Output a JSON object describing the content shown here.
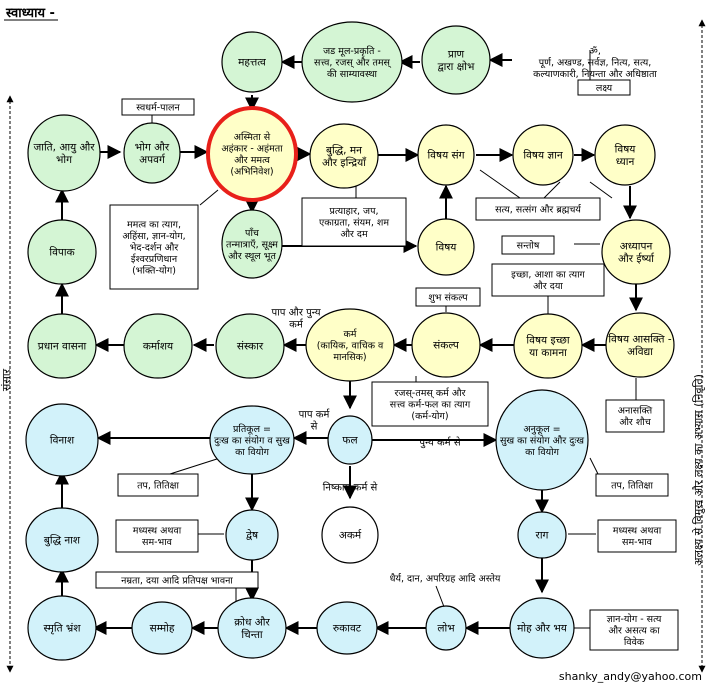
{
  "title": "स्वाध्याय -",
  "footer": "shanky_andy@yahoo.com",
  "side_left": "संसार",
  "side_right": "अलक्ष्य से विमुख और लक्ष्य का अभ्यास (निवृति)",
  "colors": {
    "green": "#d4f5d4",
    "yellow": "#ffffc8",
    "blue": "#d2f2fa",
    "white": "#ffffff",
    "highlight": "#e8201a"
  },
  "nodes": [
    {
      "id": "mahattattva",
      "lines": [
        "महत्तत्व"
      ],
      "color": "green"
    },
    {
      "id": "jad-prakriti",
      "lines": [
        "जड मूल-प्रकृति -",
        "सत्त्व, रजस् और तमस्",
        "की साम्यावस्था"
      ],
      "color": "green"
    },
    {
      "id": "pran",
      "lines": [
        "प्राण",
        "द्वारा क्षोभ"
      ],
      "color": "green"
    },
    {
      "id": "jati-ayu-bhog",
      "lines": [
        "जाति, आयु और",
        "भोग"
      ],
      "color": "green"
    },
    {
      "id": "bhog-apavarg",
      "lines": [
        "भोग और",
        "अपवर्ग"
      ],
      "color": "green"
    },
    {
      "id": "asmita",
      "lines": [
        "अस्मिता से",
        "अहंकार - अहंमता",
        "और ममत्व",
        "(अभिनिवेश)"
      ],
      "color": "yellow"
    },
    {
      "id": "buddhi-man",
      "lines": [
        "बुद्धि, मन",
        "और इन्द्रियाँ"
      ],
      "color": "yellow"
    },
    {
      "id": "vishay-sang",
      "lines": [
        "विषय संग"
      ],
      "color": "yellow"
    },
    {
      "id": "vishay-gyan",
      "lines": [
        "विषय ज्ञान"
      ],
      "color": "yellow"
    },
    {
      "id": "vishay-dhyan",
      "lines": [
        "विषय",
        "ध्यान"
      ],
      "color": "yellow"
    },
    {
      "id": "vipak",
      "lines": [
        "विपाक"
      ],
      "color": "green"
    },
    {
      "id": "panch-tanmatra",
      "lines": [
        "पाँच",
        "तन्मात्राएँ, सूक्ष्म",
        "और स्थूल भूत"
      ],
      "color": "green"
    },
    {
      "id": "vishay",
      "lines": [
        "विषय"
      ],
      "color": "yellow"
    },
    {
      "id": "adhyapan",
      "lines": [
        "अध्यापन",
        "और ईर्ष्या"
      ],
      "color": "yellow"
    },
    {
      "id": "pradhan-vasana",
      "lines": [
        "प्रधान वासना"
      ],
      "color": "green"
    },
    {
      "id": "karmashay",
      "lines": [
        "कर्माशय"
      ],
      "color": "green"
    },
    {
      "id": "sanskar",
      "lines": [
        "संस्कार"
      ],
      "color": "green"
    },
    {
      "id": "karm",
      "lines": [
        "कर्म",
        "(कायिक, वाचिक व",
        "मानसिक)"
      ],
      "color": "yellow"
    },
    {
      "id": "sankalp",
      "lines": [
        "संकल्प"
      ],
      "color": "yellow"
    },
    {
      "id": "vishay-ichchha",
      "lines": [
        "विषय इच्छा",
        "या कामना"
      ],
      "color": "yellow"
    },
    {
      "id": "vishay-aasakti",
      "lines": [
        "विषय आसक्ति -",
        "अविद्या"
      ],
      "color": "yellow"
    },
    {
      "id": "vinash",
      "lines": [
        "विनाश"
      ],
      "color": "blue"
    },
    {
      "id": "pratikul",
      "lines": [
        "प्रतिकूल =",
        "दुःख का संयोग व सुख",
        "का वियोग"
      ],
      "color": "blue"
    },
    {
      "id": "phal",
      "lines": [
        "फल"
      ],
      "color": "blue"
    },
    {
      "id": "anukul",
      "lines": [
        "अनुकूल =",
        "सुख का संयोग और दुःख",
        "का वियोग"
      ],
      "color": "blue"
    },
    {
      "id": "buddhi-nash",
      "lines": [
        "बुद्धि नाश"
      ],
      "color": "blue"
    },
    {
      "id": "dvesh",
      "lines": [
        "द्वेष"
      ],
      "color": "blue"
    },
    {
      "id": "akarm",
      "lines": [
        "अकर्म"
      ],
      "color": "white"
    },
    {
      "id": "raag",
      "lines": [
        "राग"
      ],
      "color": "blue"
    },
    {
      "id": "smriti-bhransh",
      "lines": [
        "स्मृति भ्रंश"
      ],
      "color": "blue"
    },
    {
      "id": "sammoh",
      "lines": [
        "सम्मोह"
      ],
      "color": "blue"
    },
    {
      "id": "krodh",
      "lines": [
        "क्रोध और",
        "चिन्ता"
      ],
      "color": "blue"
    },
    {
      "id": "rukavat",
      "lines": [
        "रुकावट"
      ],
      "color": "blue"
    },
    {
      "id": "lobh",
      "lines": [
        "लोभ"
      ],
      "color": "blue"
    },
    {
      "id": "moh-bhay",
      "lines": [
        "मोह और भय"
      ],
      "color": "blue"
    }
  ],
  "boxes": [
    {
      "id": "lakshya-desc",
      "lines": [
        "ॐ,",
        "पूर्ण, अखण्ड, सर्वज्ञ, नित्य, सत्य,",
        "कल्याणकारी, नियन्ता और अधिष्ठाता"
      ],
      "border": false
    },
    {
      "id": "lakshya",
      "lines": [
        "लक्ष्य"
      ],
      "border": true
    },
    {
      "id": "svadharm",
      "lines": [
        "स्वधर्म-पालन"
      ],
      "border": true
    },
    {
      "id": "mamatva-tyag",
      "lines": [
        "ममत्व का त्याग,",
        "अहिंसा, ज्ञान-योग,",
        "भेद-दर्शन और",
        "ईश्वरप्रणिधान",
        "(भक्ति-योग)"
      ],
      "border": true
    },
    {
      "id": "pratyahar",
      "lines": [
        "प्रत्याहार, जप,",
        "एकाग्रता, संयम, शम",
        "और दम"
      ],
      "border": true
    },
    {
      "id": "satya-satsang",
      "lines": [
        "सत्य, सत्संग और ब्रह्मचर्य"
      ],
      "border": true
    },
    {
      "id": "santosh",
      "lines": [
        "सन्तोष"
      ],
      "border": true
    },
    {
      "id": "ichchha-tyag",
      "lines": [
        "इच्छा, आशा का त्याग",
        "और दया"
      ],
      "border": true
    },
    {
      "id": "shubh-sankalp",
      "lines": [
        "शुभ संकल्प"
      ],
      "border": true
    },
    {
      "id": "rajas-tamas",
      "lines": [
        "रजस्-तमस् कर्म और",
        "सत्त्व कर्म-फल का त्याग",
        "(कर्म-योग)"
      ],
      "border": true
    },
    {
      "id": "anasakti",
      "lines": [
        "अनासक्ति",
        "और शौच"
      ],
      "border": true
    },
    {
      "id": "tap-left",
      "lines": [
        "तप, तितिक्षा"
      ],
      "border": true
    },
    {
      "id": "tap-right",
      "lines": [
        "तप, तितिक्षा"
      ],
      "border": true
    },
    {
      "id": "madhyasth-left",
      "lines": [
        "मध्यस्थ अथवा",
        "सम-भाव"
      ],
      "border": true
    },
    {
      "id": "madhyasth-right",
      "lines": [
        "मध्यस्थ अथवा",
        "सम-भाव"
      ],
      "border": true
    },
    {
      "id": "namrata",
      "lines": [
        "नम्रता, दया आदि प्रतिपक्ष भावना"
      ],
      "border": true
    },
    {
      "id": "dhairya",
      "lines": [
        "धैर्य, दान, अपरिग्रह आदि अस्तेय"
      ],
      "border": false
    },
    {
      "id": "gyan-yog",
      "lines": [
        "ज्ञान-योग - सत्य",
        "और असत्य का",
        "विवेक"
      ],
      "border": true
    }
  ],
  "edge_labels": [
    {
      "id": "paap-punya",
      "lines": [
        "पाप और पुन्य",
        "कर्म"
      ]
    },
    {
      "id": "paap-karm",
      "lines": [
        "पाप कर्म",
        "से"
      ]
    },
    {
      "id": "punya-karm",
      "lines": [
        "पुन्य कर्म से"
      ]
    },
    {
      "id": "nishkam",
      "lines": [
        "निष्काम कर्म से"
      ]
    }
  ]
}
